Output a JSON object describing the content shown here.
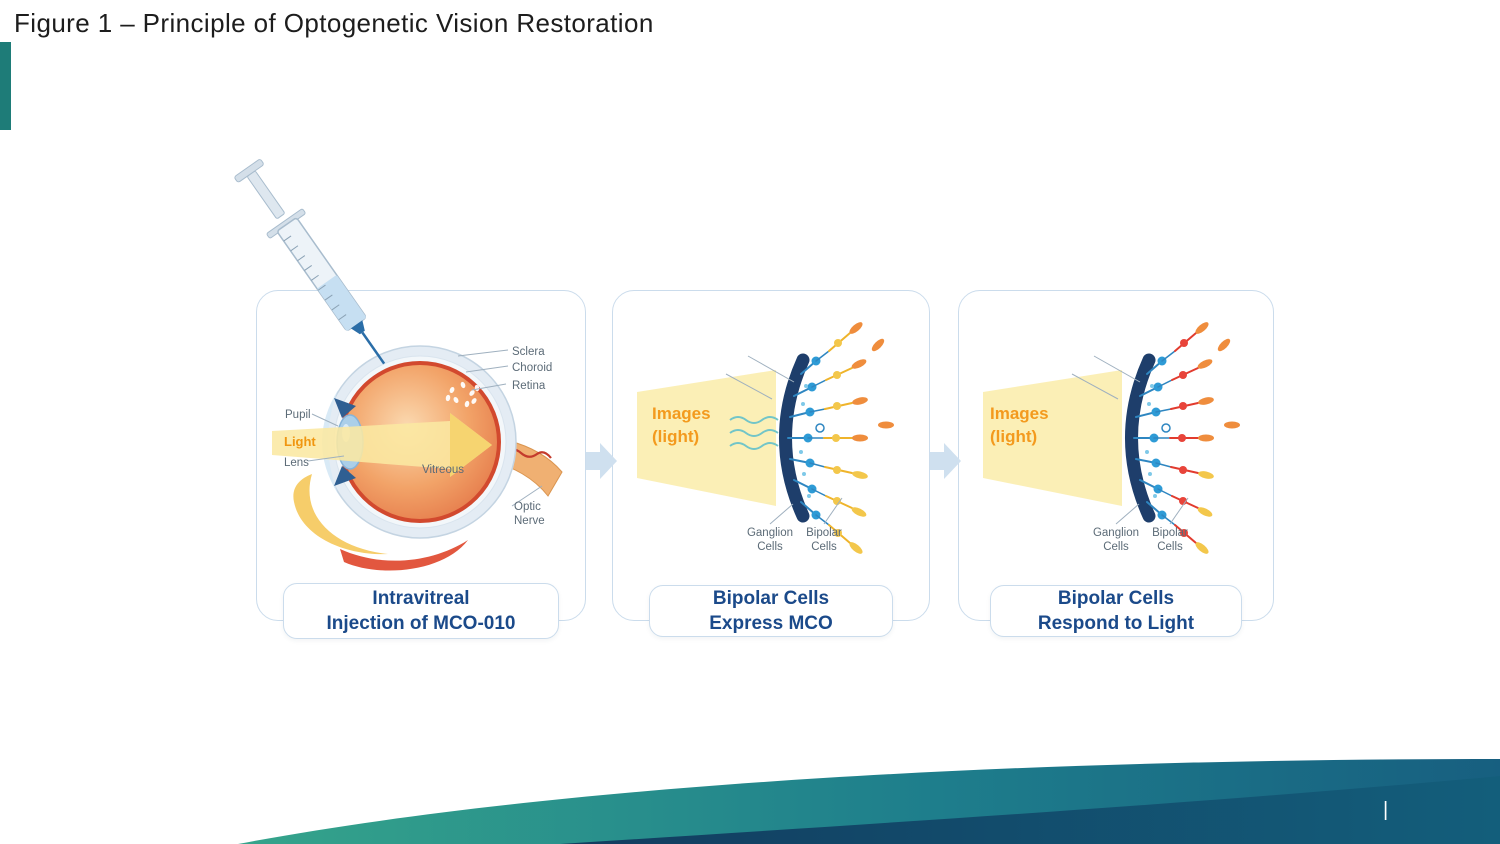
{
  "title": "Figure 1 – Principle of Optogenetic Vision Restoration",
  "colors": {
    "accent_teal": "#1E7C78",
    "caption_navy": "#1B4A8A",
    "highlight_orange": "#F39A1E",
    "wave_teal": "#35A48B",
    "wave_navy": "#123C5F"
  },
  "panel1": {
    "caption_line1": "Intravitreal",
    "caption_line2": "Injection of MCO-010",
    "labels": {
      "sclera": "Sclera",
      "choroid": "Choroid",
      "retina": "Retina",
      "pupil": "Pupil",
      "light": "Light",
      "lens": "Lens",
      "vitreous": "Vitreous",
      "optic_line1": "Optic",
      "optic_line2": "Nerve"
    }
  },
  "panel2": {
    "caption_line1": "Bipolar Cells",
    "caption_line2": "Express MCO",
    "images_line1": "Images",
    "images_line2": "(light)",
    "labels": {
      "ganglion_line1": "Ganglion",
      "ganglion_line2": "Cells",
      "bipolar_line1": "Bipolar",
      "bipolar_line2": "Cells"
    }
  },
  "panel3": {
    "caption_line1": "Bipolar Cells",
    "caption_line2": "Respond to Light",
    "images_line1": "Images",
    "images_line2": "(light)",
    "labels": {
      "ganglion_line1": "Ganglion",
      "ganglion_line2": "Cells",
      "bipolar_line1": "Bipolar",
      "bipolar_line2": "Cells"
    }
  },
  "footer": {
    "page_marker": "|"
  }
}
